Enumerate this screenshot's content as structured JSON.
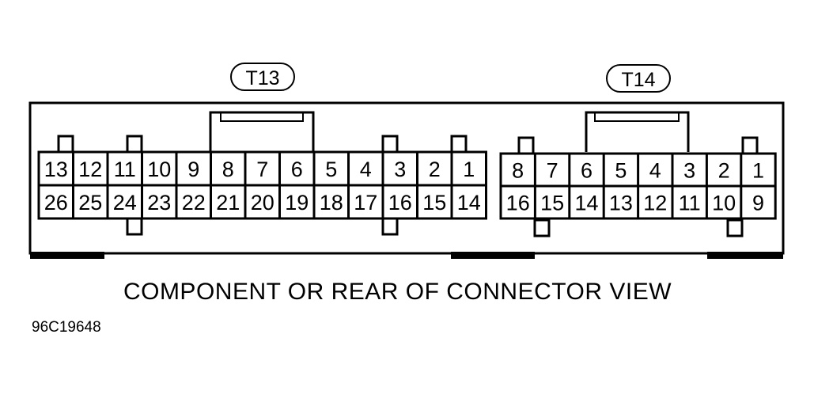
{
  "connectors": [
    {
      "label": "T13",
      "top_row": [
        "13",
        "12",
        "11",
        "10",
        "9",
        "8",
        "7",
        "6",
        "5",
        "4",
        "3",
        "2",
        "1"
      ],
      "bottom_row": [
        "26",
        "25",
        "24",
        "23",
        "22",
        "21",
        "20",
        "19",
        "18",
        "17",
        "16",
        "15",
        "14"
      ]
    },
    {
      "label": "T14",
      "top_row": [
        "8",
        "7",
        "6",
        "5",
        "4",
        "3",
        "2",
        "1"
      ],
      "bottom_row": [
        "16",
        "15",
        "14",
        "13",
        "12",
        "11",
        "10",
        "9"
      ]
    }
  ],
  "caption": "COMPONENT OR REAR OF CONNECTOR VIEW",
  "figure_code": "96C19648"
}
